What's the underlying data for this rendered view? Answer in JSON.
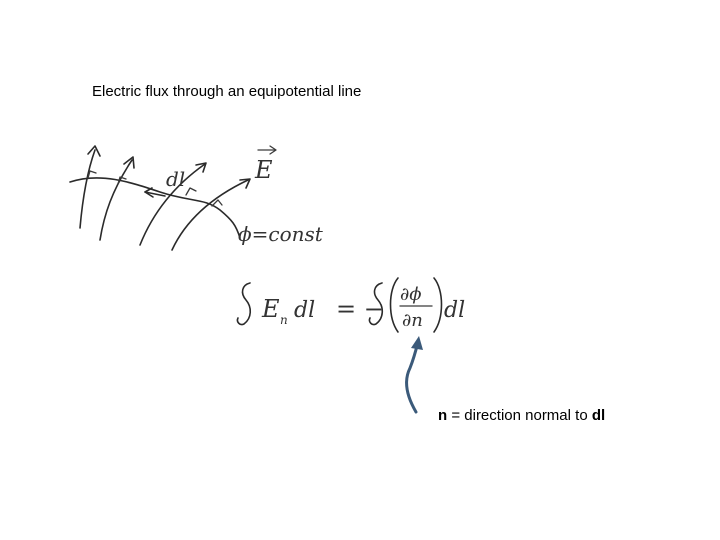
{
  "slide": {
    "title": "Electric flux through an equipotential line",
    "annotation": {
      "symbol_n": "n",
      "middle_text": " = direction normal to ",
      "symbol_dl": "dl"
    },
    "sketch_labels": {
      "dl": "dl",
      "E": "E",
      "phi_const": "ϕ=const"
    },
    "equation": {
      "lhs_E": "E",
      "lhs_sub": "n",
      "lhs_dl": "dl",
      "equals": "= −",
      "num": "∂ϕ",
      "den": "∂n",
      "rhs_dl": "dl"
    },
    "colors": {
      "pencil": "#2b2b2b",
      "arrow": "#3b5a7a"
    }
  }
}
